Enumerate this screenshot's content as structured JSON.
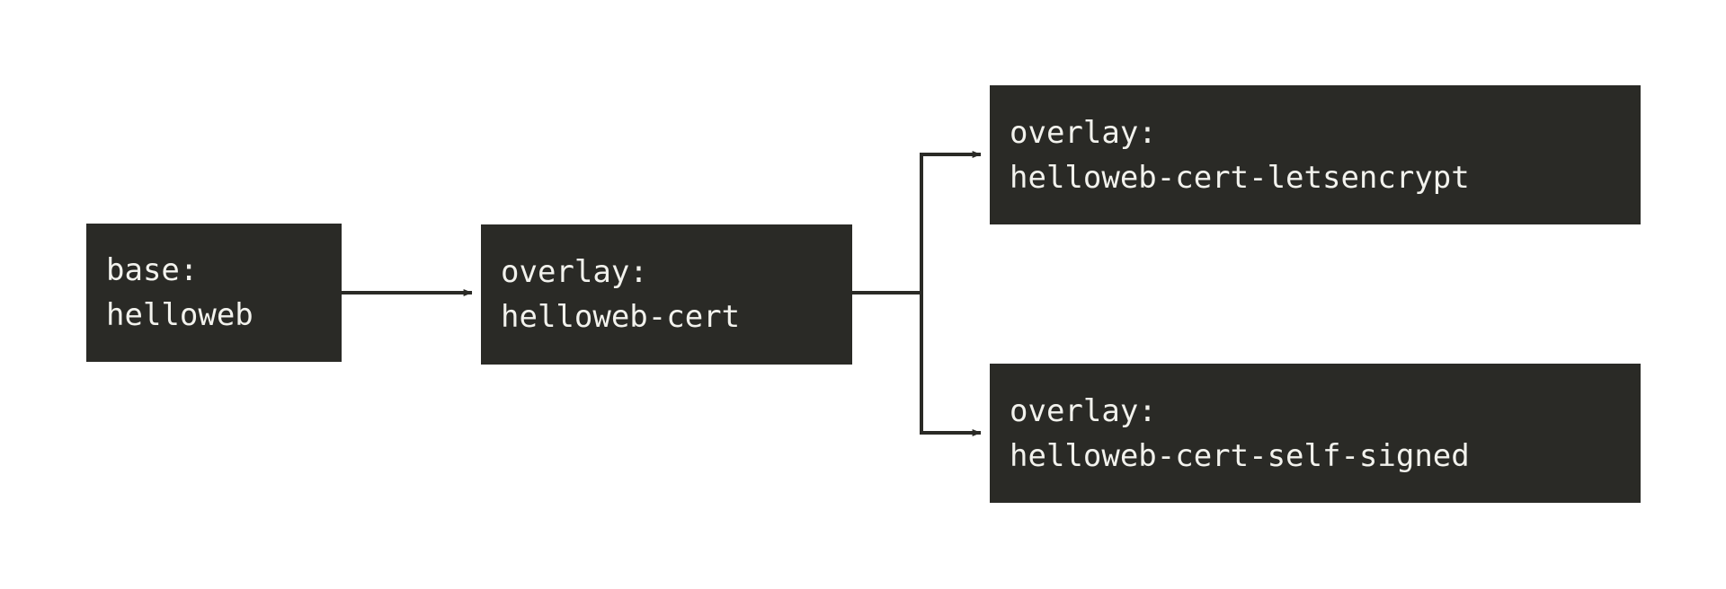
{
  "diagram": {
    "type": "flow-tree",
    "background_color": "#ffffff",
    "node_fill_color": "#2a2a26",
    "node_text_color": "#f2f2ed",
    "edge_color": "#2a2a26",
    "nodes": [
      {
        "id": "base-helloweb",
        "kind": "base",
        "label_line1": "base:",
        "label_line2": "helloweb"
      },
      {
        "id": "overlay-helloweb-cert",
        "kind": "overlay",
        "label_line1": "overlay:",
        "label_line2": "helloweb-cert"
      },
      {
        "id": "overlay-helloweb-cert-letsencrypt",
        "kind": "overlay",
        "label_line1": "overlay:",
        "label_line2": "helloweb-cert-letsencrypt"
      },
      {
        "id": "overlay-helloweb-cert-self-signed",
        "kind": "overlay",
        "label_line1": "overlay:",
        "label_line2": "helloweb-cert-self-signed"
      }
    ],
    "edges": [
      {
        "from": "base-helloweb",
        "to": "overlay-helloweb-cert",
        "style": "straight-arrow"
      },
      {
        "from": "overlay-helloweb-cert",
        "to": "overlay-helloweb-cert-letsencrypt",
        "style": "elbow-arrow-up"
      },
      {
        "from": "overlay-helloweb-cert",
        "to": "overlay-helloweb-cert-self-signed",
        "style": "elbow-arrow-down"
      }
    ]
  }
}
